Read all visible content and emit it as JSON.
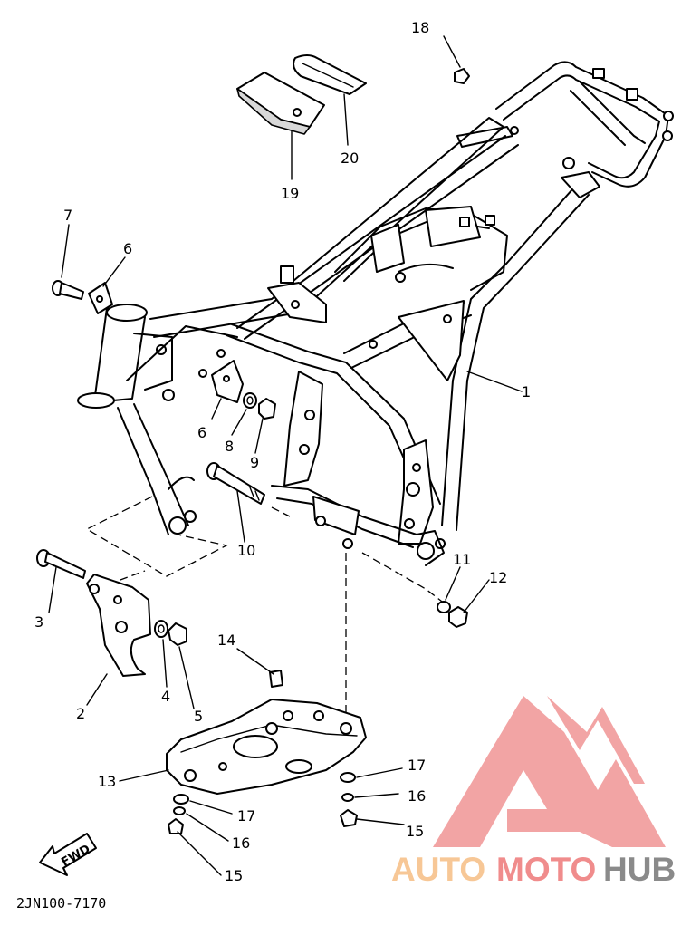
{
  "callouts": [
    {
      "id": "c1",
      "text": "1"
    },
    {
      "id": "c2",
      "text": "2"
    },
    {
      "id": "c3",
      "text": "3"
    },
    {
      "id": "c4",
      "text": "4"
    },
    {
      "id": "c5",
      "text": "5"
    },
    {
      "id": "c6a",
      "text": "6"
    },
    {
      "id": "c6b",
      "text": "6"
    },
    {
      "id": "c7",
      "text": "7"
    },
    {
      "id": "c8",
      "text": "8"
    },
    {
      "id": "c9",
      "text": "9"
    },
    {
      "id": "c10",
      "text": "10"
    },
    {
      "id": "c11",
      "text": "11"
    },
    {
      "id": "c12",
      "text": "12"
    },
    {
      "id": "c13",
      "text": "13"
    },
    {
      "id": "c14",
      "text": "14"
    },
    {
      "id": "c15a",
      "text": "15"
    },
    {
      "id": "c15b",
      "text": "15"
    },
    {
      "id": "c16a",
      "text": "16"
    },
    {
      "id": "c16b",
      "text": "16"
    },
    {
      "id": "c17a",
      "text": "17"
    },
    {
      "id": "c17b",
      "text": "17"
    },
    {
      "id": "c18",
      "text": "18"
    },
    {
      "id": "c19",
      "text": "19"
    },
    {
      "id": "c20",
      "text": "20"
    }
  ],
  "diagram_code": "2JN100-7170",
  "direction_marker": "FWD",
  "watermark": {
    "part1": "AUTO",
    "part2": "MOTO",
    "part3": "HUB",
    "colors": {
      "auto": "#f7c796",
      "moto": "#f08c8c",
      "hub": "#8a8a8a"
    }
  }
}
